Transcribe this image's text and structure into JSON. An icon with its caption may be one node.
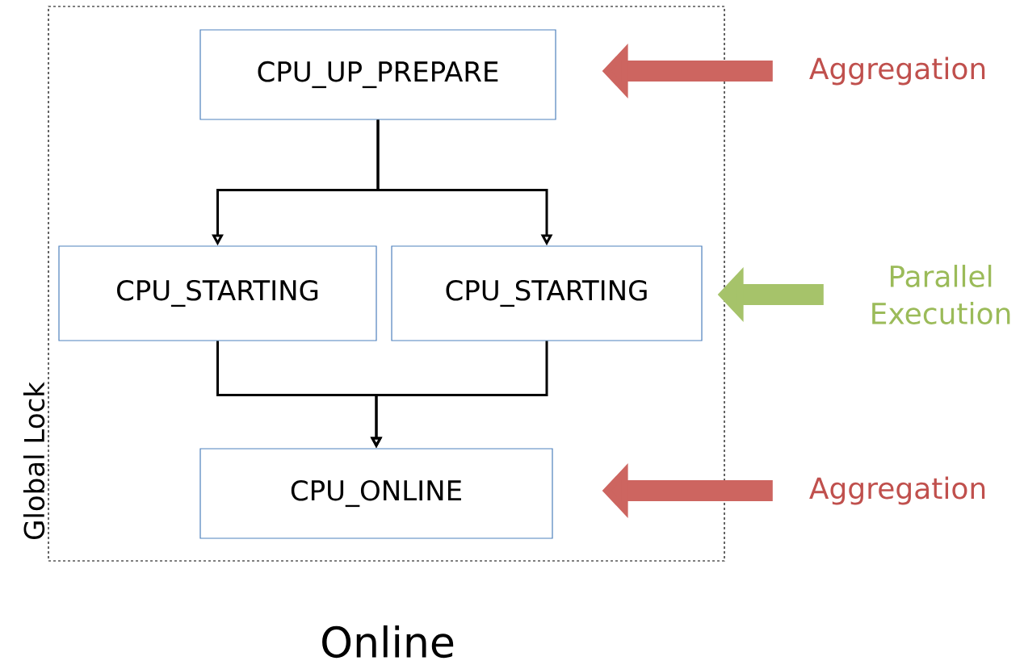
{
  "diagram": {
    "caption": "Online",
    "nodes": [
      {
        "text": [
          "Global Lock"
        ]
      },
      {
        "text": [
          "CPU_UP_PREPARE"
        ],
        "in": 0
      },
      {
        "text": [
          "CPU_STARTING"
        ],
        "in": 0
      },
      {
        "text": [
          "CPU_STARTING"
        ],
        "in": 0
      },
      {
        "text": [
          "CPU_ONLINE"
        ],
        "in": 0
      },
      {
        "text": [
          "Aggregation"
        ]
      },
      {
        "text": [
          "Parallel Execution"
        ]
      },
      {
        "text": [
          "Aggregation"
        ]
      }
    ],
    "edges": [
      {
        "from": 1,
        "to": 2,
        "arrow": "to"
      },
      {
        "from": 1,
        "to": 3,
        "arrow": "to"
      },
      {
        "from": 2,
        "to": 4,
        "arrow": "to"
      },
      {
        "from": 3,
        "to": 4,
        "arrow": "to"
      },
      {
        "from": 5,
        "to": 1,
        "arrow": "to",
        "style": "thick",
        "color": "#cd6560"
      },
      {
        "from": 6,
        "to": 3,
        "arrow": "to",
        "style": "thick",
        "color": "#a6c36a"
      },
      {
        "from": 7,
        "to": 4,
        "arrow": "to",
        "style": "thick",
        "color": "#cd6560"
      }
    ]
  }
}
